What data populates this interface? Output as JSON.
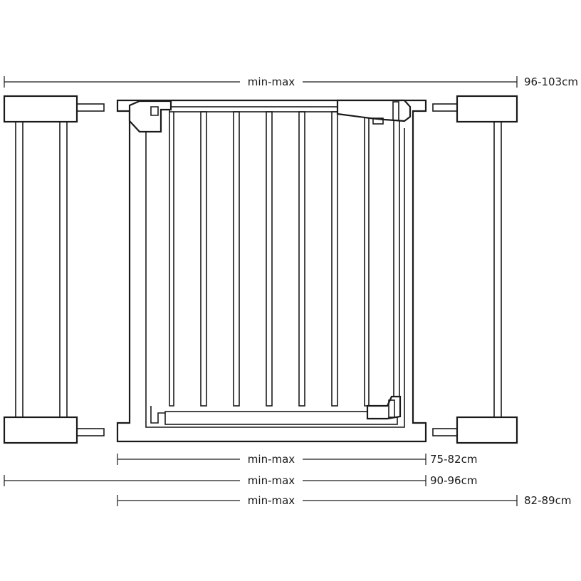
{
  "dimensions": [
    {
      "id": "top",
      "label": "min-max",
      "value": "96-103cm"
    },
    {
      "id": "gate",
      "label": "min-max",
      "value": "75-82cm"
    },
    {
      "id": "wide",
      "label": "min-max",
      "value": "90-96cm"
    },
    {
      "id": "mid",
      "label": "min-max",
      "value": "82-89cm"
    }
  ]
}
